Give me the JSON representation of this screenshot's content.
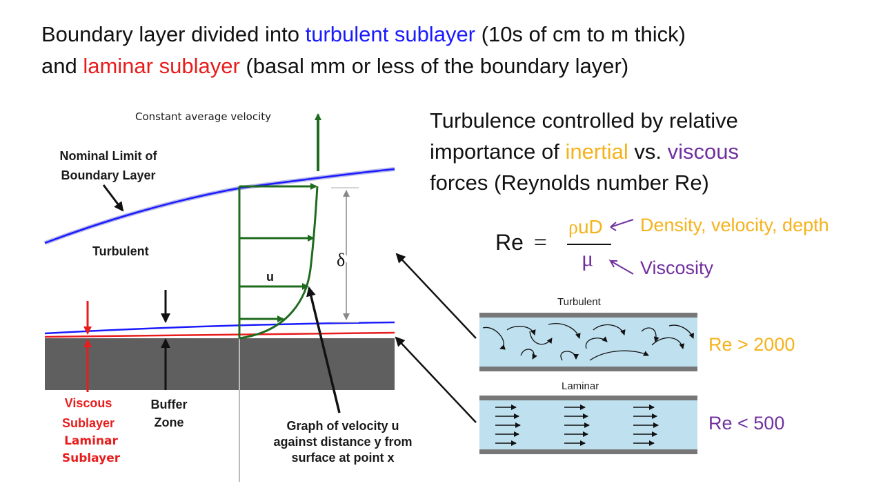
{
  "title": {
    "line1": {
      "prefix": "Boundary layer divided into ",
      "highlight": "turbulent sublayer",
      "suffix": " (10s of cm to m thick)"
    },
    "line2": {
      "prefix": "and ",
      "highlight": "laminar sublayer",
      "suffix": " (basal mm or less of the boundary layer)"
    }
  },
  "diagram": {
    "constant_velocity": "Constant average velocity",
    "nominal_limit": "Nominal Limit of Boundary Layer",
    "nominal_limit_line1": "Nominal Limit of",
    "nominal_limit_line2": "Boundary Layer",
    "turbulent": "Turbulent",
    "delta": "δ",
    "u": "u",
    "viscous_line1": "Viscous",
    "viscous_line2": "Sublayer",
    "laminar_line1": "Laminar",
    "laminar_line2": "Sublayer",
    "buffer_line1": "Buffer",
    "buffer_line2": "Zone",
    "graph_line1": "Graph of velocity u",
    "graph_line2": "against distance y from",
    "graph_line3": "surface at point x"
  },
  "turbulence_text": {
    "line1": "Turbulence controlled by relative",
    "line2_prefix": "importance of ",
    "inertial": "inertial",
    "line2_mid": " vs. ",
    "viscous": "viscous",
    "line3": "forces (Reynolds number Re)"
  },
  "formula": {
    "lhs": "Re",
    "equals": "=",
    "numerator_rho": "ρ",
    "numerator_rest": "uD",
    "denominator": "μ",
    "numerator_note": "Density, velocity, depth",
    "denominator_note": "Viscosity"
  },
  "flow_panels": {
    "turbulent_label": "Turbulent",
    "laminar_label": "Laminar",
    "turbulent_condition": "Re > 2000",
    "laminar_condition": "Re < 500"
  },
  "colors": {
    "blue": "#1a1aff",
    "red": "#e81c1c",
    "orange": "#f5b21b",
    "purple": "#7030a0",
    "green": "#1e6b1e",
    "ground": "#5f5f5f",
    "water": "#bfe0ef"
  }
}
